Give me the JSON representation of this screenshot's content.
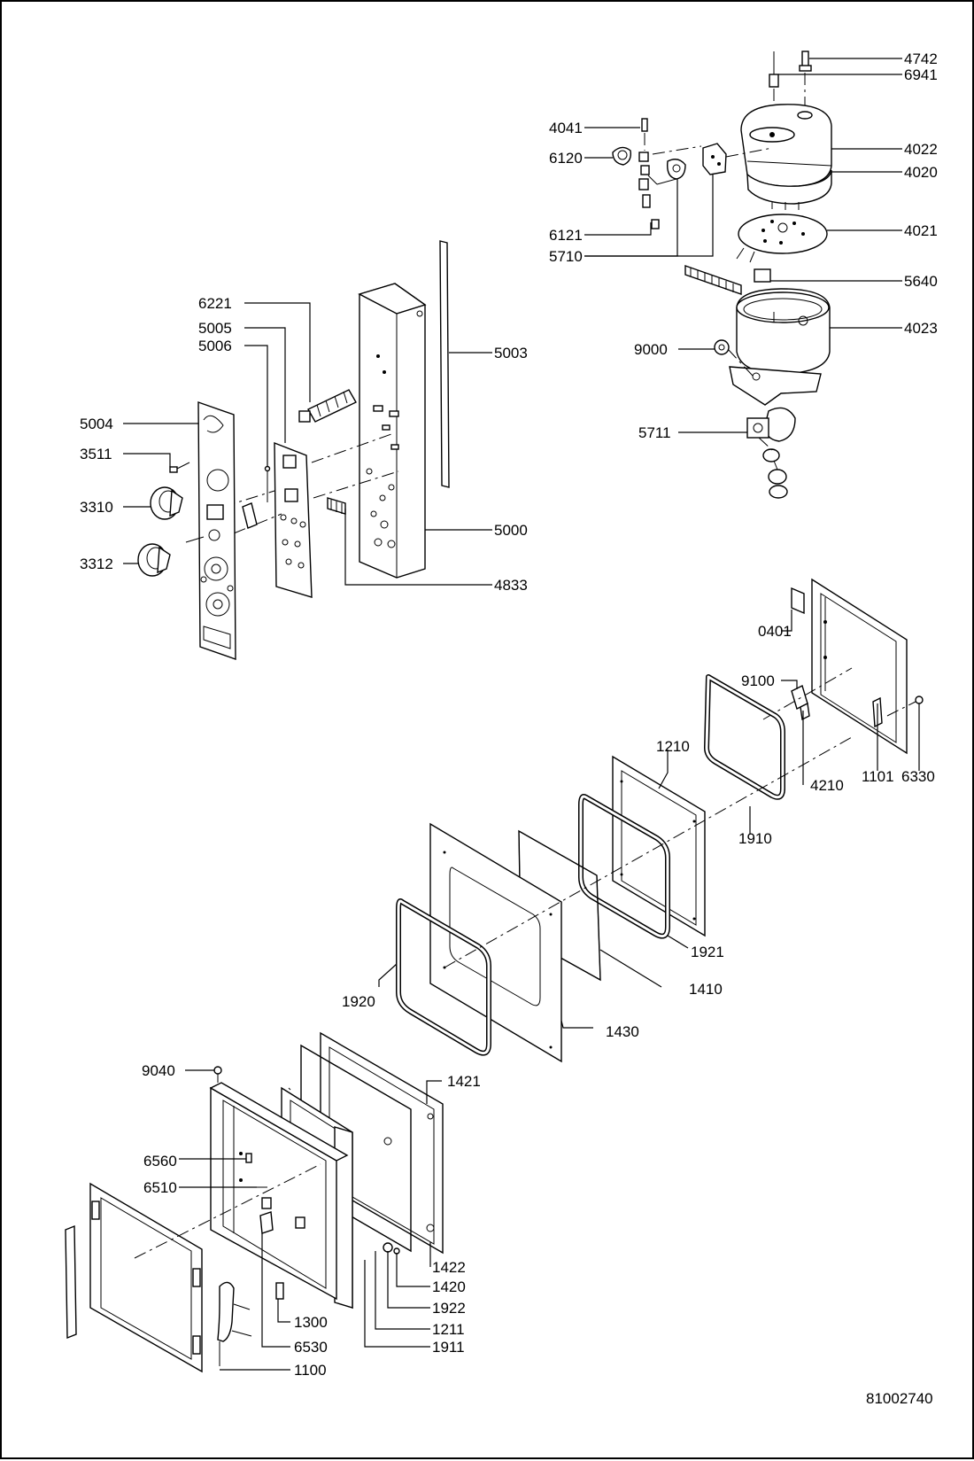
{
  "document_number": "81002740",
  "callouts": [
    {
      "id": "4742"
    },
    {
      "id": "6941"
    },
    {
      "id": "4041"
    },
    {
      "id": "6120"
    },
    {
      "id": "4022"
    },
    {
      "id": "4020"
    },
    {
      "id": "6121"
    },
    {
      "id": "4021"
    },
    {
      "id": "5710"
    },
    {
      "id": "5640"
    },
    {
      "id": "6221"
    },
    {
      "id": "5005"
    },
    {
      "id": "5006"
    },
    {
      "id": "5003"
    },
    {
      "id": "4023"
    },
    {
      "id": "9000"
    },
    {
      "id": "5004"
    },
    {
      "id": "3511"
    },
    {
      "id": "5711"
    },
    {
      "id": "3310"
    },
    {
      "id": "5000"
    },
    {
      "id": "3312"
    },
    {
      "id": "4833"
    },
    {
      "id": "0401"
    },
    {
      "id": "9100"
    },
    {
      "id": "1210"
    },
    {
      "id": "4210"
    },
    {
      "id": "1101"
    },
    {
      "id": "6330"
    },
    {
      "id": "1910"
    },
    {
      "id": "1921"
    },
    {
      "id": "1410"
    },
    {
      "id": "1920"
    },
    {
      "id": "1430"
    },
    {
      "id": "9040"
    },
    {
      "id": "1421"
    },
    {
      "id": "6560"
    },
    {
      "id": "6510"
    },
    {
      "id": "1422"
    },
    {
      "id": "1420"
    },
    {
      "id": "1922"
    },
    {
      "id": "1300"
    },
    {
      "id": "1211"
    },
    {
      "id": "6530"
    },
    {
      "id": "1911"
    },
    {
      "id": "1100"
    }
  ],
  "colors": {
    "ink": "#000000",
    "paper": "#ffffff"
  }
}
